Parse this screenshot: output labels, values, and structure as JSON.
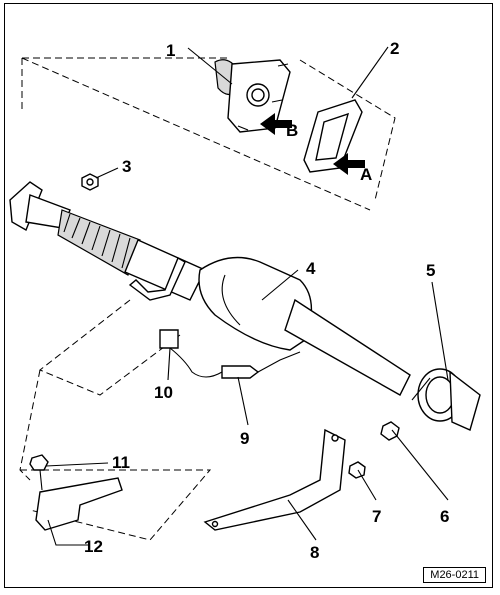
{
  "labels": {
    "l1": "1",
    "l2": "2",
    "l3": "3",
    "l4": "4",
    "l5": "5",
    "l6": "6",
    "l7": "7",
    "l8": "8",
    "l9": "9",
    "l10": "10",
    "l11": "11",
    "l12": "12",
    "arrowA": "A",
    "arrowB": "B"
  },
  "figure_ref": "M26-0211"
}
